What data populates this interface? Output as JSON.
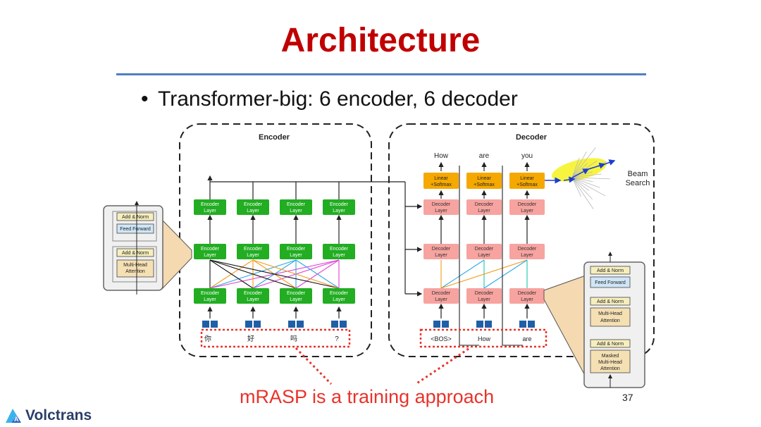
{
  "slide": {
    "title": "Architecture",
    "bullet": "Transformer-big: 6 encoder, 6 decoder",
    "caption": "mRASP is a training approach",
    "page_number": "37",
    "logo_text": "Volctrans"
  },
  "colors": {
    "title": "#c00000",
    "rule": "#4f7ec2",
    "caption": "#e8332a",
    "encoder_layer": "#22ad22",
    "decoder_layer": "#f7a3a0",
    "linear_softmax": "#f5a800",
    "token_block": "#1f5fa7",
    "detail_panel": "#f5d9b0"
  },
  "encoder": {
    "title": "Encoder",
    "layer_label": "Encoder Layer",
    "tokens": [
      "你",
      "好",
      "吗",
      "?"
    ]
  },
  "decoder": {
    "title": "Decoder",
    "layer_label": "Decoder Layer",
    "softmax_label": [
      "Linear",
      "+Softmax"
    ],
    "outputs": [
      "How",
      "are",
      "you"
    ],
    "inputs": [
      "<BOS>",
      "How",
      "are"
    ],
    "beam_label": [
      "Beam",
      "Search"
    ]
  },
  "encoder_block": [
    "Add & Norm",
    "Feed Forward",
    "Add & Norm",
    "Multi-Head Attention"
  ],
  "decoder_block": [
    "Add & Norm",
    "Feed Forward",
    "Add & Norm",
    "Multi-Head Attention",
    "Add & Norm",
    "Masked Multi-Head Attention"
  ]
}
